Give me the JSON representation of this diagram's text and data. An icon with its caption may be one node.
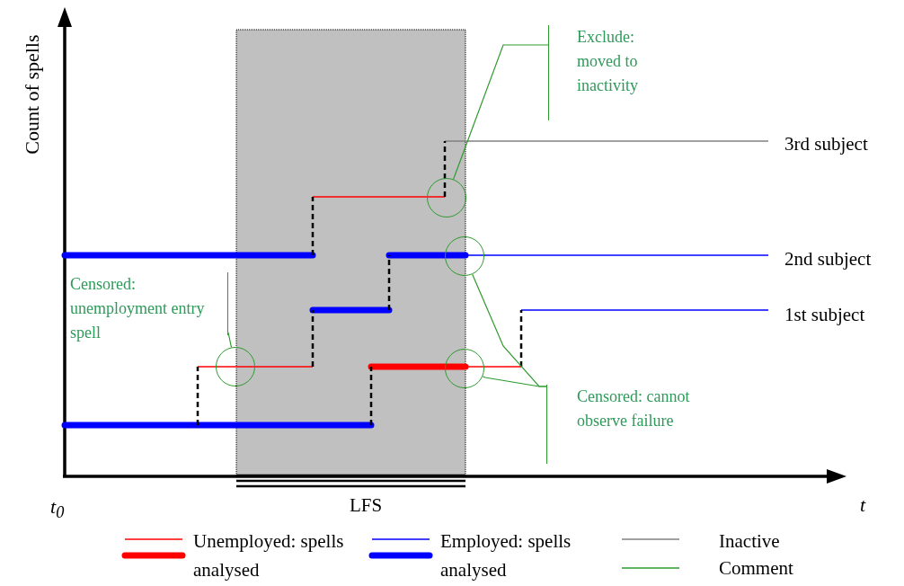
{
  "diagram": {
    "nodes": [
      {
        "text": [
          "Exclude: moved to inactivity"
        ]
      },
      {
        "text": [
          "Censored: unemployment entry spell"
        ]
      },
      {
        "text": [
          "Censored: cannot observe failure"
        ]
      },
      {
        "text": [],
        "shape": "circle"
      },
      {
        "text": [],
        "shape": "circle"
      },
      {
        "text": [],
        "shape": "circle"
      },
      {
        "text": [],
        "shape": "circle"
      }
    ],
    "edges": [
      {
        "from": 0,
        "to": 4,
        "arrow": "none"
      },
      {
        "from": 1,
        "to": 3,
        "arrow": "none"
      },
      {
        "from": 2,
        "to": 5,
        "arrow": "none"
      },
      {
        "from": 2,
        "to": 6,
        "arrow": "none"
      }
    ],
    "labels": [
      "Count of spells",
      "3rd subject",
      "2nd subject",
      "1st subject",
      "t$_{0}$",
      "LFS",
      "t"
    ],
    "legend": [
      {
        "text": "Unemployed: spells analysed"
      },
      {
        "text": "Employed: spells analysed"
      },
      {
        "text": "Inactive"
      },
      {
        "text": "Comment"
      }
    ]
  }
}
